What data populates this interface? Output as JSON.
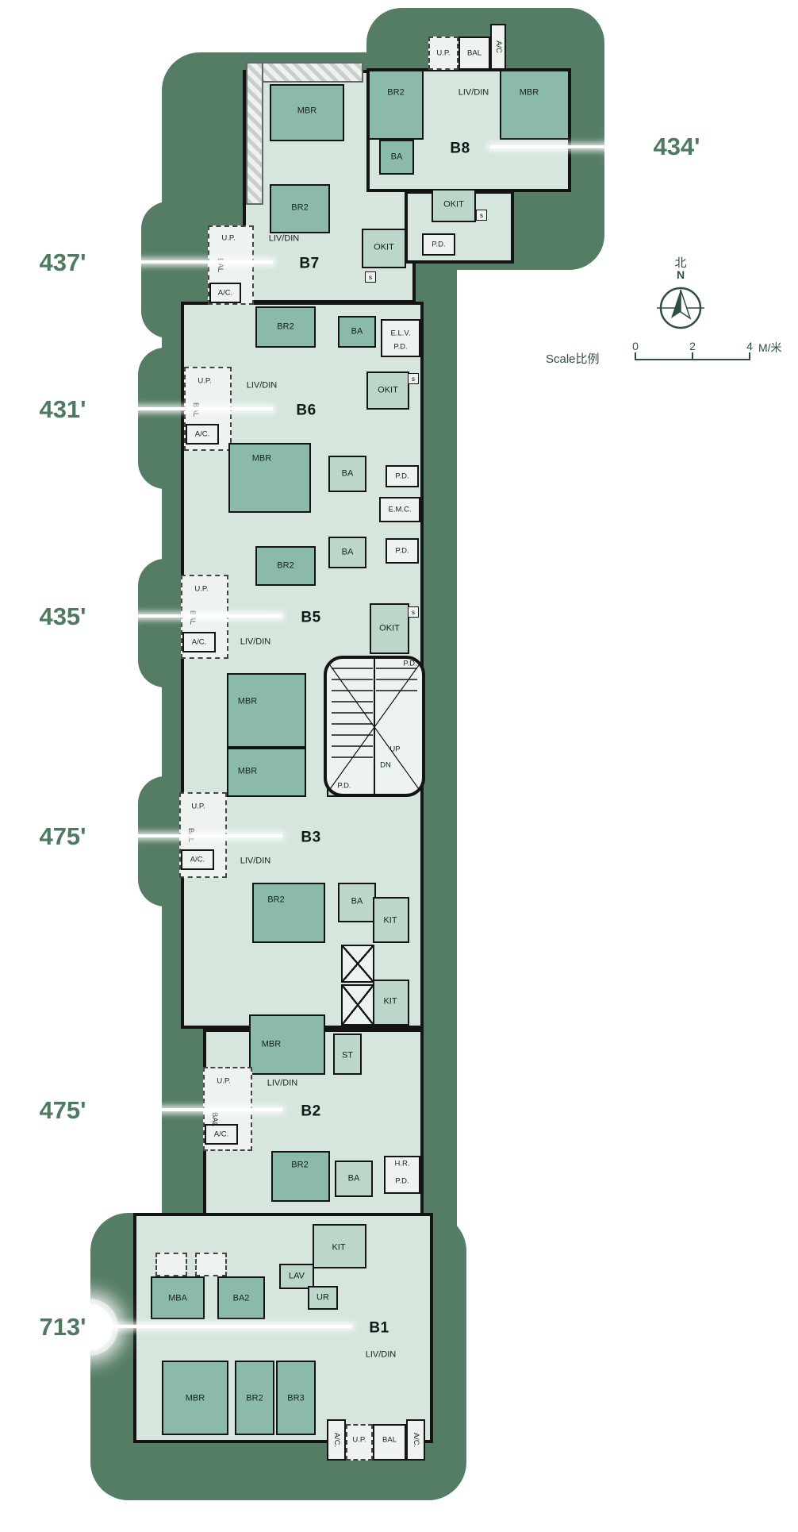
{
  "colors": {
    "site_green": "#557c64",
    "wall_black": "#141414",
    "room_dark_teal": "#8cbaa9",
    "room_mid_teal": "#bdd6ca",
    "room_light_teal": "#d6e6dd",
    "room_pale": "#eef3f0",
    "callout_green": "#4d7a60"
  },
  "callouts": [
    {
      "unit": "B8",
      "area": "434'"
    },
    {
      "unit": "B7",
      "area": "437'"
    },
    {
      "unit": "B6",
      "area": "431'"
    },
    {
      "unit": "B5",
      "area": "435'"
    },
    {
      "unit": "B3",
      "area": "475'"
    },
    {
      "unit": "B2",
      "area": "475'"
    },
    {
      "unit": "B1",
      "area": "713'"
    }
  ],
  "units": {
    "b1": "B1",
    "b2": "B2",
    "b3": "B3",
    "b5": "B5",
    "b6": "B6",
    "b7": "B7",
    "b8": "B8"
  },
  "labels": {
    "mbr": "MBR",
    "br2": "BR2",
    "br3": "BR3",
    "livdin": "LIV/DIN",
    "bal": "BAL",
    "up": "U.P.",
    "ac": "A/C.",
    "ac_short": "A/C",
    "okit": "OKIT",
    "kit": "KIT",
    "ba": "BA",
    "ba2": "BA2",
    "mba": "MBA",
    "pd": "P.D.",
    "emc": "E.M.C.",
    "elv": "E.L.V.",
    "hr": "H.R.",
    "st": "ST",
    "lav": "LAV",
    "ur": "UR",
    "stair_up": "UP",
    "stair_dn": "DN",
    "s": "s"
  },
  "compass": {
    "north_cn": "北",
    "north_en": "N"
  },
  "scale_bar": {
    "label": "Scale比例",
    "tick_0": "0",
    "tick_2": "2",
    "tick_4": "4",
    "unit": "M/米"
  }
}
